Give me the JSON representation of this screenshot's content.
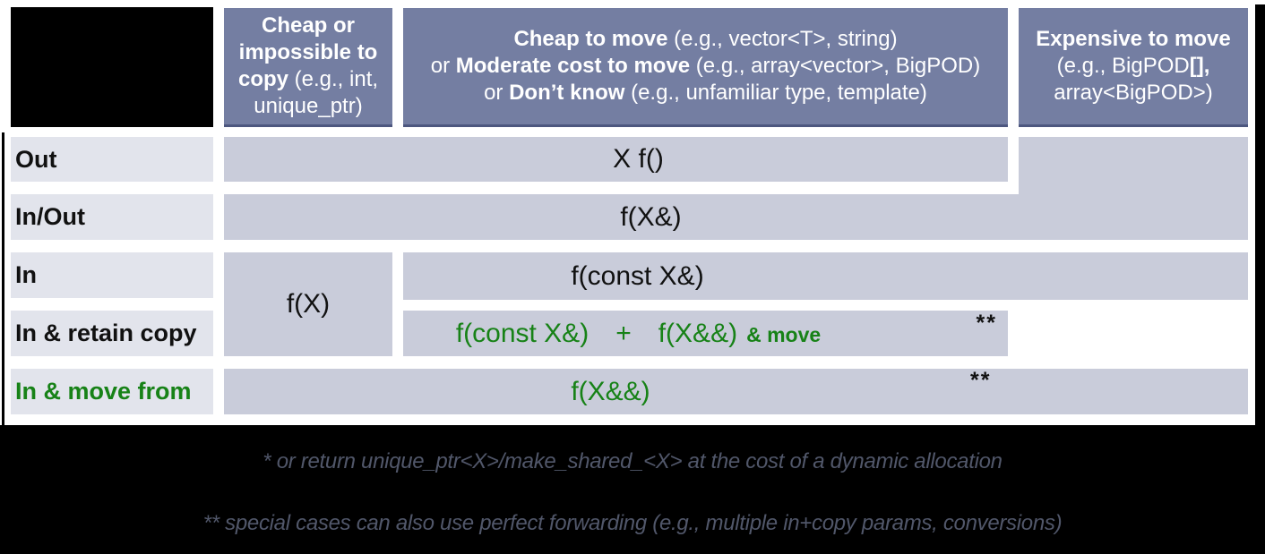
{
  "colors": {
    "header_bg": "#747ea2",
    "header_border": "#4d577f",
    "header_text": "#ffffff",
    "body_cell_bg": "#c9ccda",
    "row_label_bg": "#e2e4ec",
    "accent_green": "#178217",
    "footnote_text": "#51576a",
    "background_black": "#000000",
    "page_bg": "#ffffff"
  },
  "table": {
    "columns": [
      {
        "bold": "Cheap or impossible to copy",
        "rest": " (e.g., int, unique_ptr)"
      },
      {
        "l1_bold": "Cheap to move",
        "l1_rest": " (e.g., vector<T>, string)",
        "l2_pre": "or ",
        "l2_bold": "Moderate cost to move",
        "l2_rest": " (e.g., array<vector>, BigPOD)",
        "l3_pre": "or ",
        "l3_bold": "Don’t know",
        "l3_rest": " (e.g., unfamiliar type, template)"
      },
      {
        "l1_bold": "Expensive to move",
        "l2_pre": "(e.g., BigPOD",
        "l2_bold": "[],",
        "l3_text": "array<BigPOD>)"
      }
    ],
    "rows": [
      {
        "label": "Out"
      },
      {
        "label": "In/Out"
      },
      {
        "label": "In"
      },
      {
        "label": "In & retain copy"
      },
      {
        "label": "In & move from"
      }
    ],
    "cells": {
      "out": "X f()",
      "inout": "f(X&)",
      "in_left": "f(X)",
      "in_main": "f(const X&)",
      "retain": {
        "a": "f(const X&)",
        "plus": "+",
        "b": "f(X&&)",
        "suffix": "& move",
        "stars": "**"
      },
      "movefrom": {
        "text": "f(X&&)",
        "stars": "**"
      }
    }
  },
  "footnotes": {
    "line1": "* or return unique_ptr<X>/make_shared_<X> at the cost of a dynamic allocation",
    "line2": "** special cases can also use perfect forwarding (e.g., multiple in+copy params, conversions)"
  }
}
